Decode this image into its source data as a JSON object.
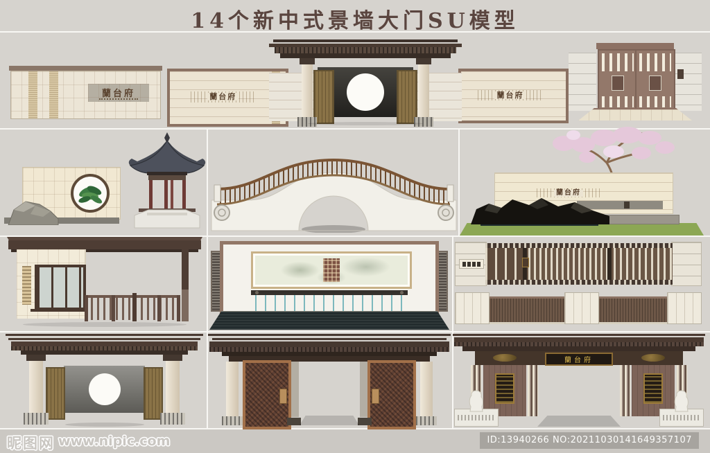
{
  "title": "14个新中式景墙大门SU模型",
  "plaques": {
    "lantaifu": "蘭台府"
  },
  "footer": {
    "brand": "昵图网",
    "url": "www.nipic.com",
    "id_badge": "ID:13940266 NO:20211030141649357107"
  },
  "colors": {
    "background": "#d6d3ce",
    "title_text": "#5a453f",
    "roof_dark": "#4a3a31",
    "mauve_frame": "#8d7164",
    "beige_wall": "#ece4d2",
    "bronze_door": "#8a7347",
    "copper_door": "#5e4034",
    "gold_accent": "#d9b64e",
    "water_blue": "#6fb2b8",
    "pool_dark": "#232c2e",
    "lawn_green": "#8ca754",
    "blossom_pink": "#e5c8da",
    "badge_bg": "#a7a49f"
  }
}
